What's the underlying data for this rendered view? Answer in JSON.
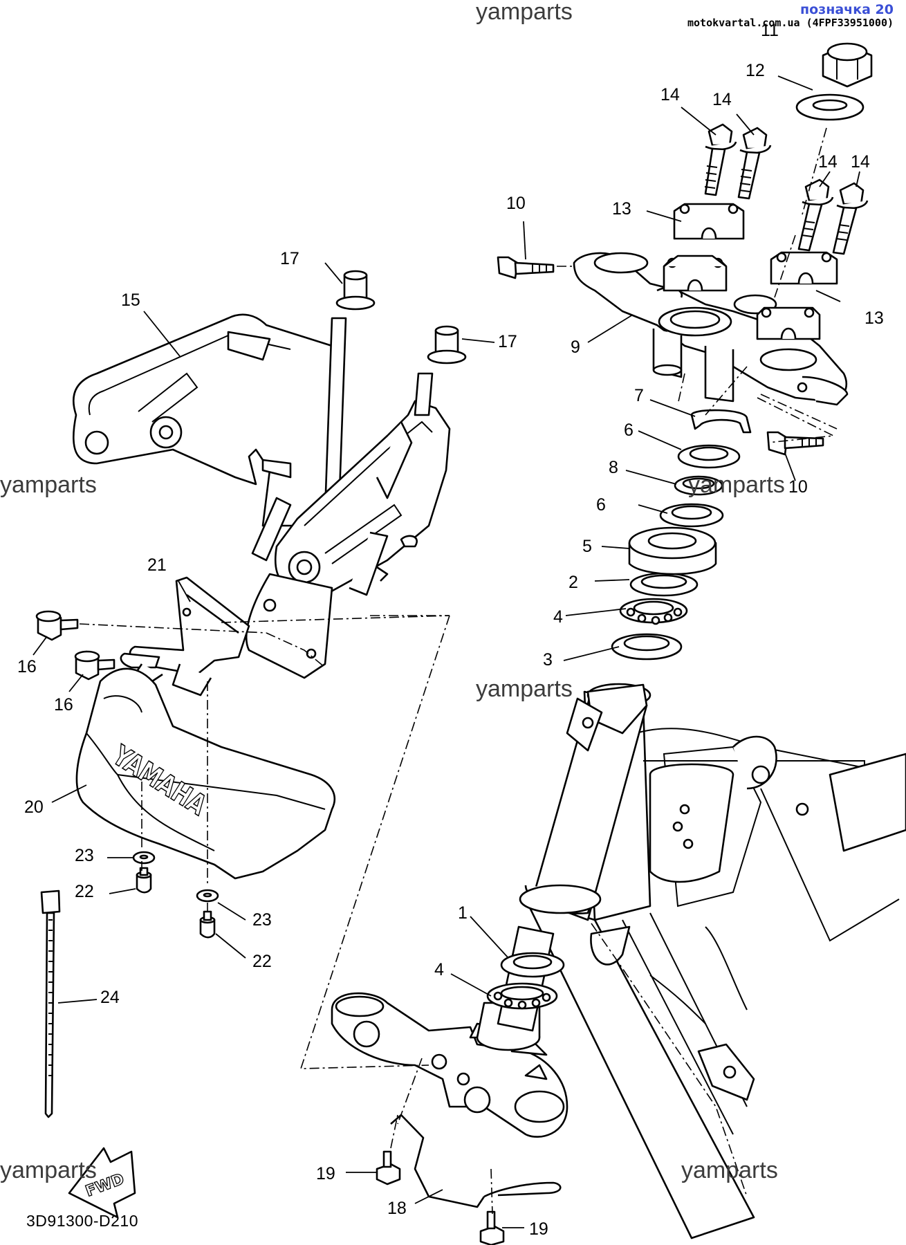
{
  "header": {
    "badge": "позначка 20",
    "source": "motokvartal.com.ua (4FPF33951000)"
  },
  "watermarks": [
    "yamparts",
    "yamparts",
    "yamparts",
    "yamparts",
    "yamparts",
    "yamparts"
  ],
  "callouts": {
    "c1": "1",
    "c2": "2",
    "c3": "3",
    "c4a": "4",
    "c4b": "4",
    "c5": "5",
    "c6a": "6",
    "c6b": "6",
    "c7": "7",
    "c8": "8",
    "c9": "9",
    "c10a": "10",
    "c10b": "10",
    "c11": "11",
    "c12": "12",
    "c13a": "13",
    "c13b": "13",
    "c14a": "14",
    "c14b": "14",
    "c14c": "14",
    "c14d": "14",
    "c15": "15",
    "c16a": "16",
    "c16b": "16",
    "c17a": "17",
    "c17b": "17",
    "c18": "18",
    "c19a": "19",
    "c19b": "19",
    "c20": "20",
    "c21": "21",
    "c22a": "22",
    "c22b": "22",
    "c23a": "23",
    "c23b": "23",
    "c24": "24"
  },
  "labels": {
    "brand": "YAMAHA",
    "fwd": "FWD"
  },
  "catalog_code": "3D91300-D210"
}
